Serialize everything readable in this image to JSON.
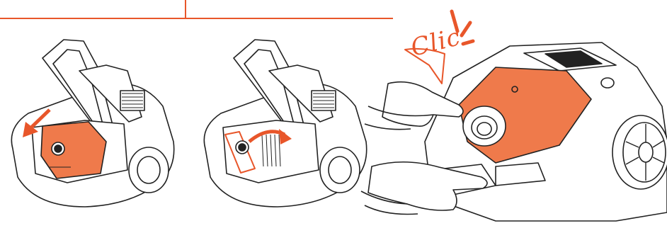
{
  "callout": {
    "text": "Clic"
  },
  "colors": {
    "accent": "#e8562a",
    "accent_fill": "#ef7a4b",
    "line": "#222222",
    "skin": "#ffffff"
  },
  "icons": {
    "step1": "vacuum-open-bag-insert-icon",
    "step2": "vacuum-open-bag-rotate-icon",
    "step3": "vacuum-close-lid-icon"
  },
  "steps": [
    {
      "id": "insert-bag"
    },
    {
      "id": "rotate-bag"
    },
    {
      "id": "close-lid"
    }
  ]
}
